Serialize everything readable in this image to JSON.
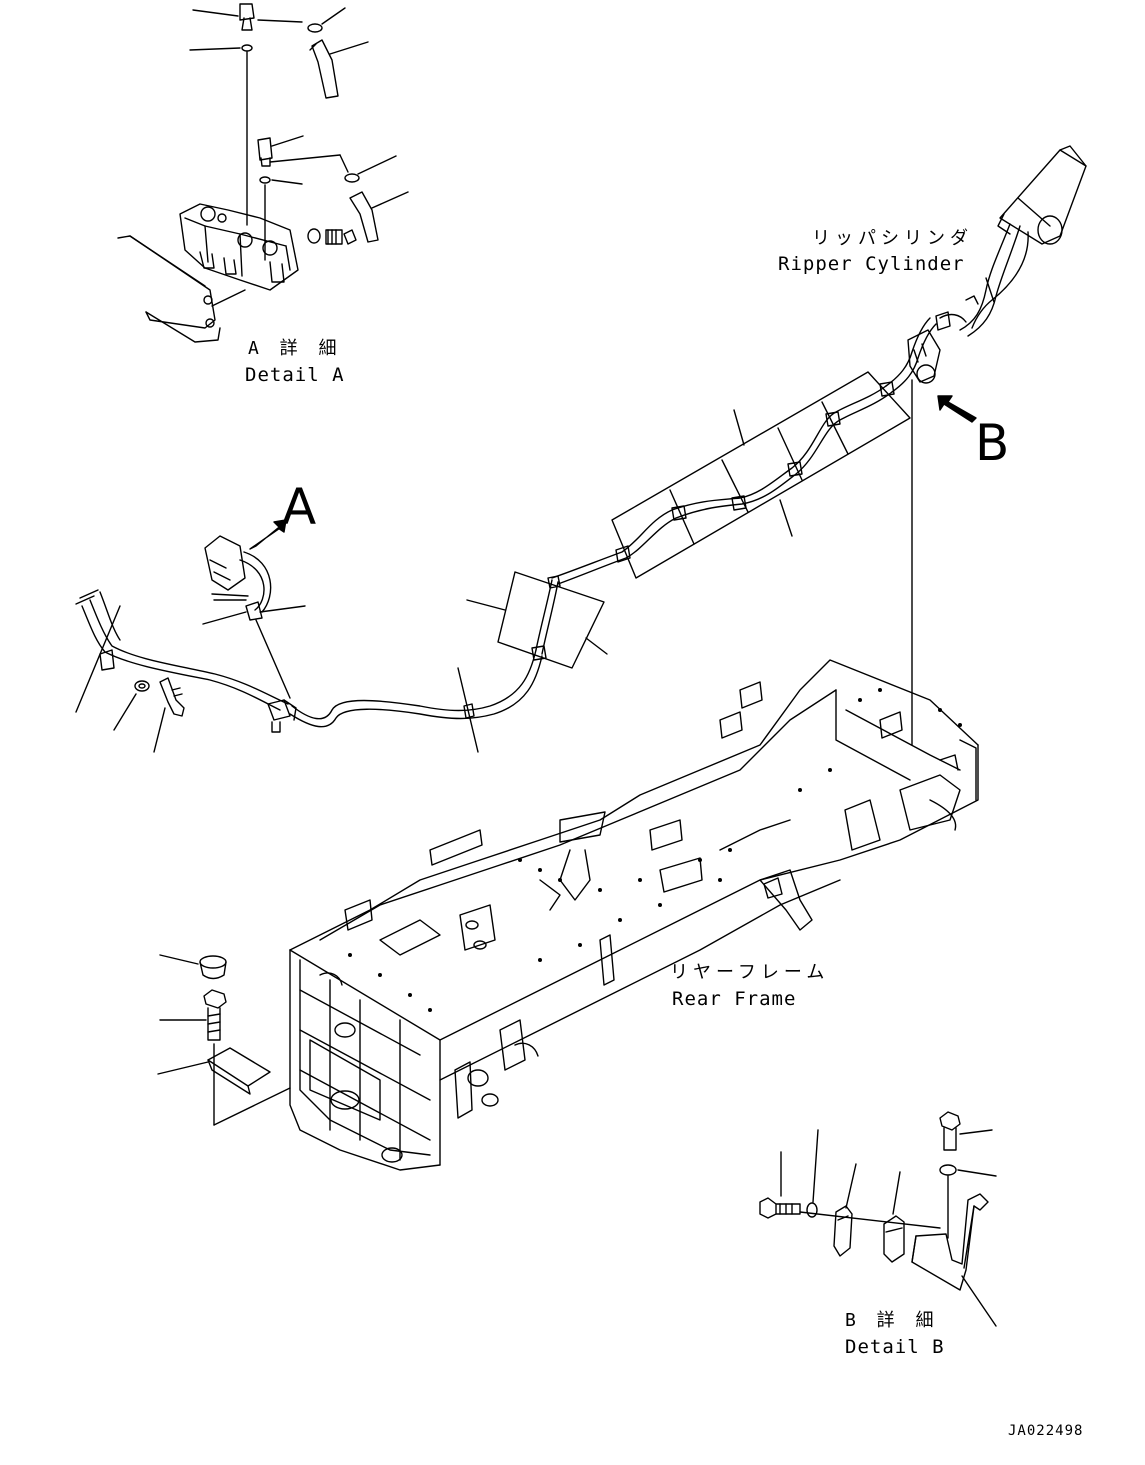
{
  "detail_a": {
    "jp": "A 詳 細",
    "en": "Detail A"
  },
  "detail_b": {
    "jp": "B 詳 細",
    "en": "Detail B"
  },
  "ripper_cylinder": {
    "jp": "リッパシリンダ",
    "en": "Ripper Cylinder"
  },
  "rear_frame": {
    "jp": "リヤーフレーム",
    "en": "Rear Frame"
  },
  "view_markers": {
    "a": "A",
    "b": "B"
  },
  "drawing_code": "JA022498",
  "colors": {
    "line": "#000000",
    "background": "#ffffff"
  }
}
